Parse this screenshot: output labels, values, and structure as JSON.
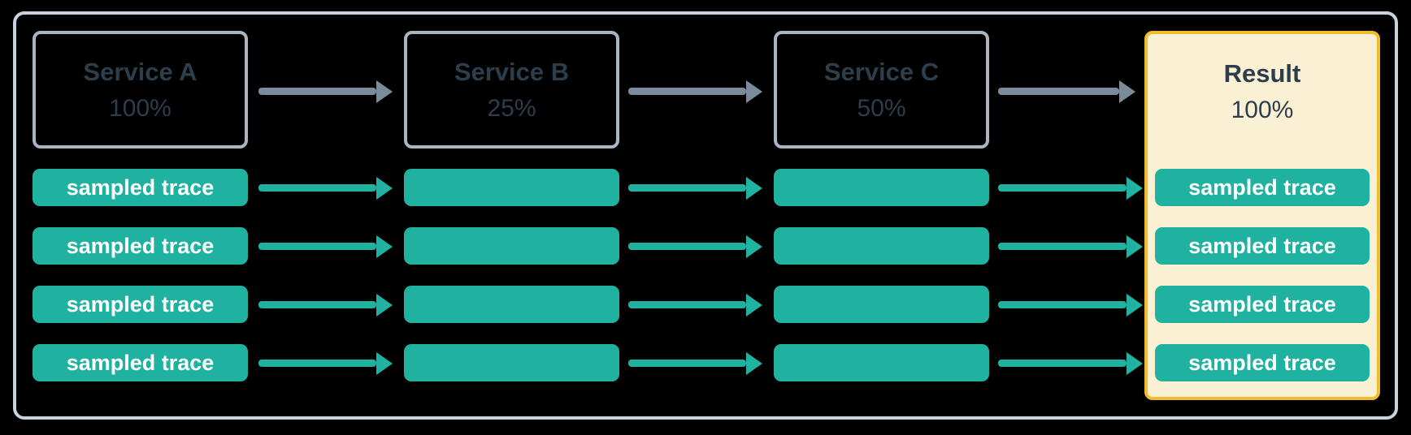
{
  "colors": {
    "page-bg": "#000000",
    "teal": "#1FB2A1",
    "arrow-gray": "#7C8B9B",
    "dark-text": "#2E3D4C",
    "service-border": "#A9B5C2",
    "outer-border": "#C9D3DE",
    "result-bg": "#FAF0D4",
    "result-border": "#F3BC2E",
    "trace-text": "#FFFFFF"
  },
  "stages": [
    {
      "title": "Service A",
      "rate": "100%",
      "traces": [
        "sampled trace",
        "sampled trace",
        "sampled trace",
        "sampled trace"
      ]
    },
    {
      "title": "Service B",
      "rate": "25%",
      "traces": [
        "",
        "",
        "",
        ""
      ]
    },
    {
      "title": "Service C",
      "rate": "50%",
      "traces": [
        "",
        "",
        "",
        ""
      ]
    }
  ],
  "result": {
    "title": "Result",
    "rate": "100%",
    "traces": [
      "sampled trace",
      "sampled trace",
      "sampled trace",
      "sampled trace"
    ]
  }
}
